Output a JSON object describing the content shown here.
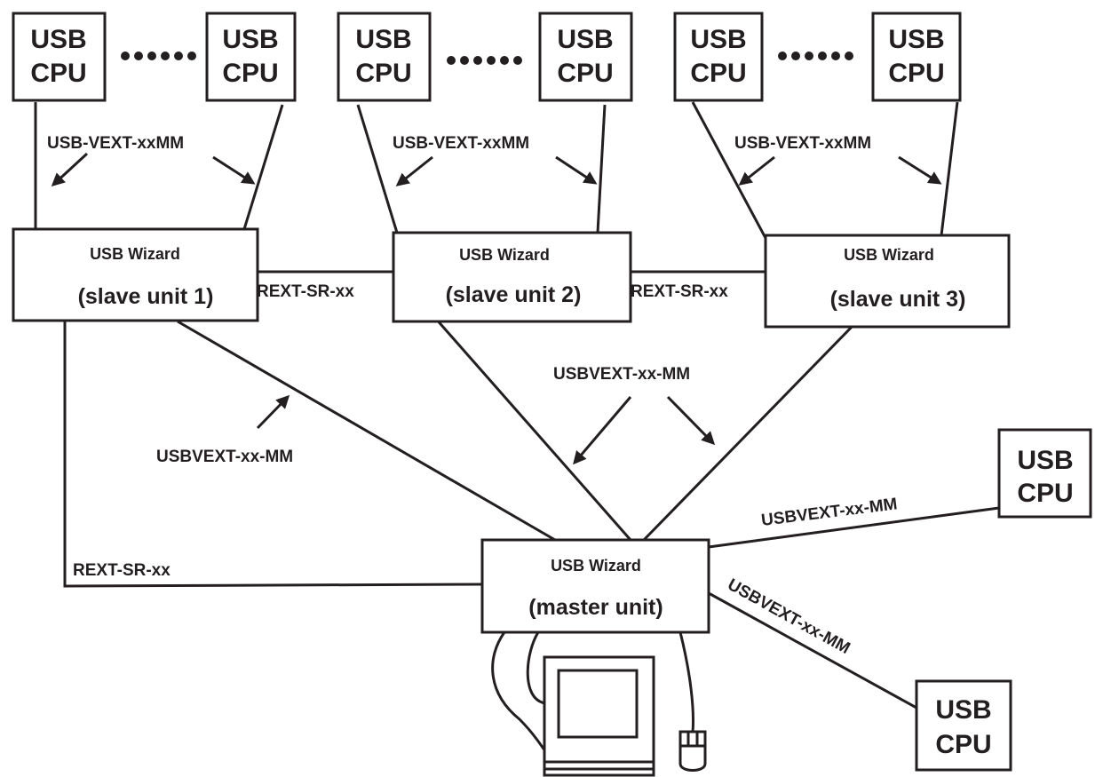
{
  "cpu_label_line1": "USB",
  "cpu_label_line2": "CPU",
  "wizard_label": "USB Wizard",
  "slave1": "(slave unit 1)",
  "slave2": "(slave unit 2)",
  "slave3": "(slave unit 3)",
  "master": "(master unit)",
  "cable_vext_top": "USB-VEXT-xxMM",
  "cable_vext": "USBVEXT-xx-MM",
  "cable_rext": "REXT-SR-xx",
  "colors": {
    "line": "#231f20",
    "background": "#ffffff"
  },
  "icons": [
    "monitor-icon",
    "keyboard-icon",
    "mouse-icon",
    "ellipsis-dots"
  ]
}
